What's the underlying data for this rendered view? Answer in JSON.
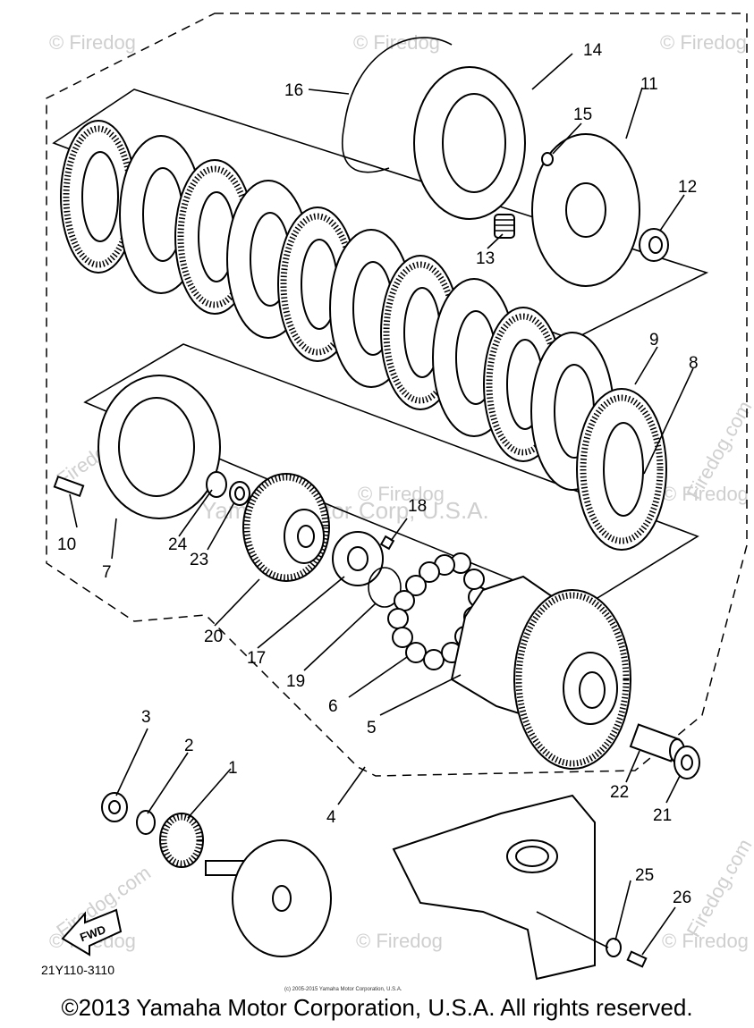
{
  "watermarks": {
    "brand": "© Firedog",
    "site": "Firedog.com",
    "corp": "Yamaha Motor Corp, U.S.A."
  },
  "callouts": [
    "1",
    "2",
    "3",
    "4",
    "5",
    "6",
    "7",
    "8",
    "9",
    "10",
    "11",
    "12",
    "13",
    "14",
    "15",
    "16",
    "17",
    "18",
    "19",
    "20",
    "21",
    "22",
    "23",
    "24",
    "25",
    "26"
  ],
  "fwd_label": "FWD",
  "diagram_code": "21Y110-3110",
  "small_notice": "(c) 2005-2015 Yamaha Motor Corporation, U.S.A.",
  "copyright": "©2013 Yamaha Motor Corporation, U.S.A. All rights reserved."
}
